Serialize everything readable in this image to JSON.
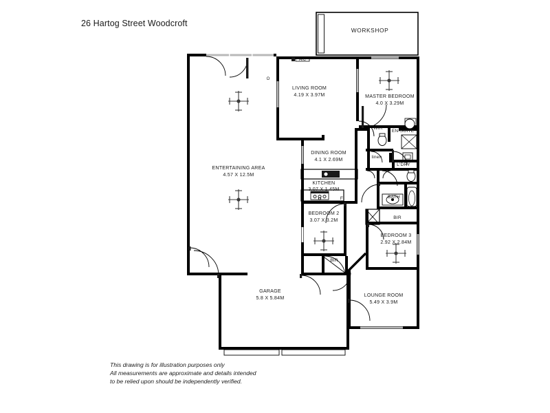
{
  "document": {
    "title": "26 Hartog Street Woodcroft",
    "type": "floor-plan"
  },
  "disclaimer": {
    "line1": "This drawing is for illustration purposes only",
    "line2": "All measurements are approximate and details intended",
    "line3": "to be relied upon should be independently verified."
  },
  "rooms": [
    {
      "id": "workshop",
      "label": "WORKSHOP",
      "dim": ""
    },
    {
      "id": "living",
      "label": "LIVING ROOM",
      "dim": "4.19 X 3.97M"
    },
    {
      "id": "master",
      "label": "MASTER BEDROOM",
      "dim": "4.0 X 3.29M"
    },
    {
      "id": "entertaining",
      "label": "ENTERTAINING AREA",
      "dim": "4.57 X 12.5M"
    },
    {
      "id": "dining",
      "label": "DINING ROOM",
      "dim": "4.1 X 2.69M"
    },
    {
      "id": "kitchen",
      "label": "KITCHEN",
      "dim": "3.07 X 1.45M"
    },
    {
      "id": "bedroom2",
      "label": "BEDROOM 2",
      "dim": "3.07 X 3.2M"
    },
    {
      "id": "bedroom3",
      "label": "BEDROOM 3",
      "dim": "2.92 X 2.84M"
    },
    {
      "id": "garage",
      "label": "GARAGE",
      "dim": "5.8 X 5.84M"
    },
    {
      "id": "lounge",
      "label": "LOUNGE ROOM",
      "dim": "5.49 X 3.9M"
    }
  ],
  "features": [
    {
      "id": "ensuite",
      "label": "EN-SUITE"
    },
    {
      "id": "bath",
      "label": "BATH"
    },
    {
      "id": "wir",
      "label": "WIR"
    },
    {
      "id": "linen",
      "label": "linen"
    },
    {
      "id": "laundry",
      "label": "L'DRY"
    },
    {
      "id": "bir-hall",
      "label": "BIR"
    },
    {
      "id": "bir-bed2",
      "label": "BIR"
    },
    {
      "id": "fridge",
      "label": "F"
    },
    {
      "id": "aircon",
      "label": "A/C"
    }
  ],
  "colors": {
    "wall": "#000000",
    "paper": "#ffffff",
    "text": "#1a1a1a",
    "glazing": "#b9b9b9"
  }
}
